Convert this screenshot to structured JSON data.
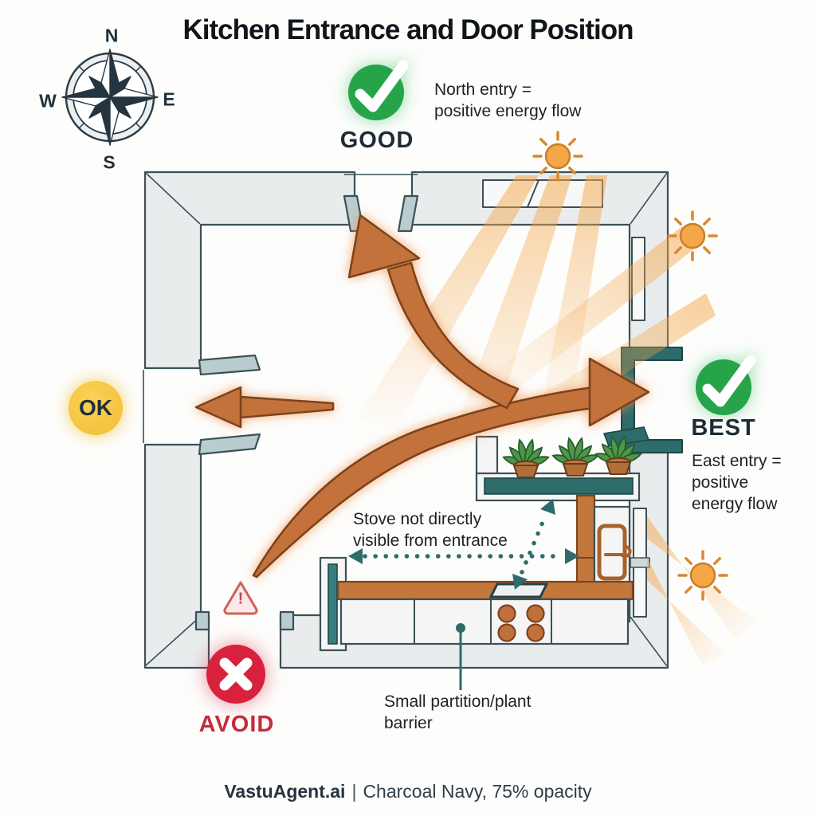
{
  "title": "Kitchen Entrance and Door Position",
  "compass": {
    "north": "N",
    "east": "E",
    "south": "S",
    "west": "W"
  },
  "ratings": {
    "good": {
      "label": "GOOD",
      "note": "North entry =\npositive energy flow"
    },
    "best": {
      "label": "BEST",
      "note": "East entry =\npositive\nenergy flow"
    },
    "ok": {
      "label": "OK"
    },
    "avoid": {
      "label": "AVOID"
    }
  },
  "annotations": {
    "sightline": "Stove not directly\nvisible from entrance",
    "partition": "Small partition/plant\nbarrier",
    "warning_mark": "!"
  },
  "footer": {
    "brand": "VastuAgent.ai",
    "separator": "|",
    "caption": "Charcoal Navy, 75% opacity"
  },
  "colors": {
    "charcoal_navy": "#22323c",
    "good_green": "#27a449",
    "ok_yellow": "#f6c544",
    "avoid_red": "#d82340",
    "flow_orange": "#c4723a",
    "teal_accent": "#2e6b6b",
    "sun_orange": "#f3a747"
  }
}
